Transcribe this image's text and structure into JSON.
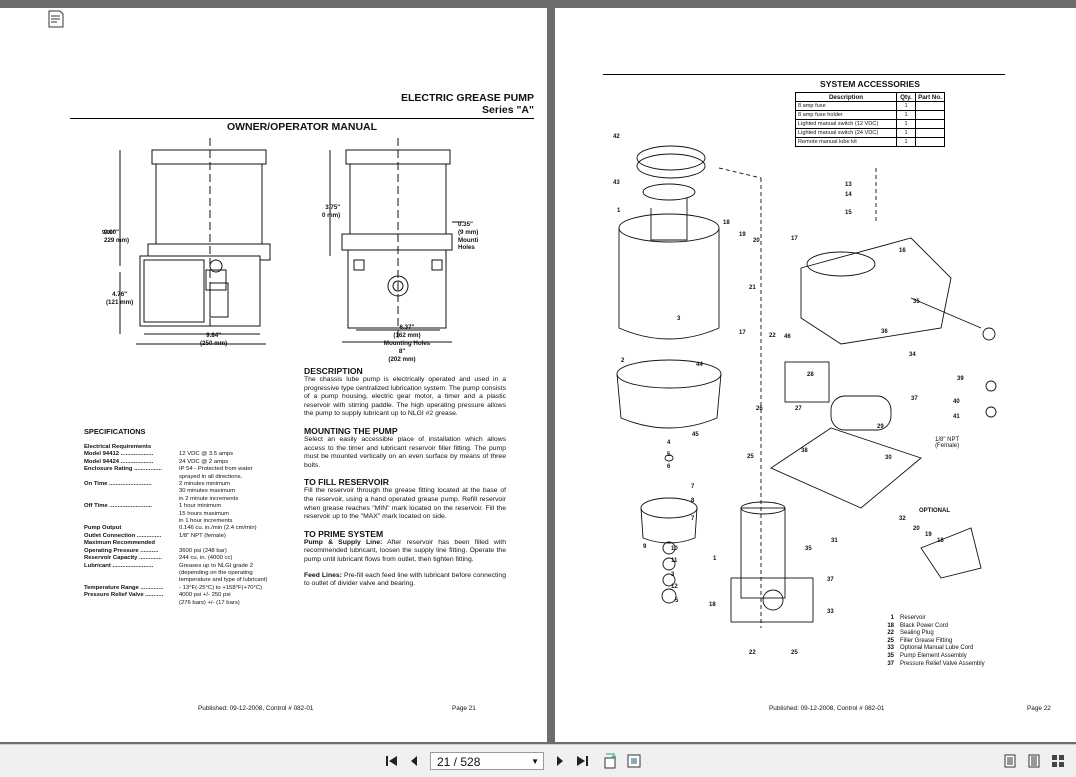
{
  "viewer": {
    "page_indicator": "21 / 528",
    "toolbar_icons": [
      "notes-icon",
      "first-page-icon",
      "previous-page-icon",
      "next-page-icon",
      "last-page-icon",
      "rotate-icon",
      "fit-icon",
      "single-page-view-icon",
      "continuous-view-icon",
      "grid-view-icon"
    ]
  },
  "left_page": {
    "title": "ELECTRIC GREASE PUMP",
    "series": "Series \"A\"",
    "manual_title": "OWNER/OPERATOR MANUAL",
    "dims": {
      "d1": "9.00\"",
      "d1b": "229 mm)",
      "d2": "4.76\"",
      "d2b": "(121 mm)",
      "d3": "9.84\"",
      "d3b": "(250 mm)",
      "d4": "3.75\"",
      "d4b": "0 mm)",
      "d5": "0.35\"",
      "d5b": "(9 mm)",
      "d5c": "Mounti",
      "d5d": "Holes",
      "d6": "6.37\"",
      "d6b": "(162 mm)",
      "d6c": "Mounting Holes",
      "d7": "8\"",
      "d7b": "(202 mm)"
    },
    "specs_heading": "SPECIFICATIONS",
    "specs": [
      {
        "label": "Electrical Requirements",
        "value": ""
      },
      {
        "label": "Model 94412 ....................",
        "value": "12 VDC @ 3.5 amps"
      },
      {
        "label": "Model 94424 ....................",
        "value": "24 VDC @ 2 amps"
      },
      {
        "label": "Enclosure Rating .................",
        "value": "IP 54 - Protected from water\nsprayed in all directions."
      },
      {
        "label": "On Time ..........................",
        "value": "2 minutes minimum\n30 minutes maximum\nin 2 minute increments"
      },
      {
        "label": "Off Time ..........................",
        "value": "1 hour minimum\n15 hours maximum\nin 1 hour increments"
      },
      {
        "label": "Pump Output",
        "value": "0.146 cu. in./min (2.4 cm/min)"
      },
      {
        "label": "Outlet Connection ...............",
        "value": "1/8\" NPT (female)"
      },
      {
        "label": "Maximum Recommended",
        "value": ""
      },
      {
        "label": "  Operating Pressure ...........",
        "value": "3600 psi (248 bar)"
      },
      {
        "label": "Reservoir Capacity ..............",
        "value": "244 cu. in. (4000 cc)"
      },
      {
        "label": "Lubricant .........................",
        "value": "Greases up to NLGI grade 2\n(depending on the operating\ntemperature and type of lubricant)"
      },
      {
        "label": "Temperature Range ..............",
        "value": "- 13°F(-25°C) to +158°F(+70°C)"
      },
      {
        "label": "Pressure Relief Valve ...........",
        "value": "4000 psi +/- 250 psi\n(276 bars) +/- (17 bars)"
      }
    ],
    "sections": [
      {
        "heading": "DESCRIPTION",
        "lead": "",
        "text": "The chassis lube pump is electrically operated and used in a progressive type centralized lubrication system. The pump consists of a pump housing, electric gear motor, a timer and a plastic reservoir with stirring paddle. The high operating pressure allows the pump to supply lubricant up to NLGI #2 grease."
      },
      {
        "heading": "MOUNTING THE PUMP",
        "lead": "",
        "text": "Select an easily accessible place of installation which allows access to the timer and lubricant reservoir filler fitting. The pump must be mounted vertically on an even surface by means of three bolts."
      },
      {
        "heading": "TO FILL RESERVOIR",
        "lead": "",
        "text": "Fill the reservoir through the grease fitting located at the base of the reservoir, using a hand operated grease pump. Refill reservoir when grease reaches \"MIN\" mark located on the reservoir. Fill the reservoir up to the \"MAX\" mark located on side."
      },
      {
        "heading": "TO PRIME SYSTEM",
        "lead": "Pump & Supply Line:",
        "text": " After reservoir has been filled with recommended lubricant, loosen the supply line fitting. Operate the pump until lubricant flows from outlet, then tighten fitting."
      },
      {
        "heading": "",
        "lead": "Feed Lines:",
        "text": " Pre-fill each feed line with lubricant before connecting to outlet of divider valve and bearing."
      }
    ],
    "footer_published": "Published: 09-12-2008, Control # 082-01",
    "footer_page": "Page 21"
  },
  "right_page": {
    "accessories_title": "SYSTEM ACCESSORIES",
    "acc_headers": [
      "Description",
      "Qty.",
      "Part No."
    ],
    "acc_rows": [
      {
        "desc": "8 amp fuse",
        "qty": "1",
        "part": ""
      },
      {
        "desc": "8 amp fuse holder",
        "qty": "1",
        "part": ""
      },
      {
        "desc": "Lighted manual switch (12 VDC)",
        "qty": "1",
        "part": ""
      },
      {
        "desc": "Lighted manual switch (24 VDC)",
        "qty": "1",
        "part": ""
      },
      {
        "desc": "Remote manual lube kit",
        "qty": "1",
        "part": ""
      }
    ],
    "labels": {
      "optional": "OPTIONAL",
      "npt": "1/8\" NPT",
      "female": "(Female)"
    },
    "legend": [
      {
        "n": "1",
        "t": "Reservoir"
      },
      {
        "n": "18",
        "t": "Black Power Cord"
      },
      {
        "n": "22",
        "t": "Sealing Plug"
      },
      {
        "n": "25",
        "t": "Filler Grease Fitting"
      },
      {
        "n": "33",
        "t": "Optional Manual Lube Cord"
      },
      {
        "n": "35",
        "t": "Pump Element Assembly"
      },
      {
        "n": "37",
        "t": "Pressure Relief Valve Assembly"
      }
    ],
    "footer_published": "Published: 09-12-2008, Control # 082-01",
    "footer_page": "Page 22"
  }
}
